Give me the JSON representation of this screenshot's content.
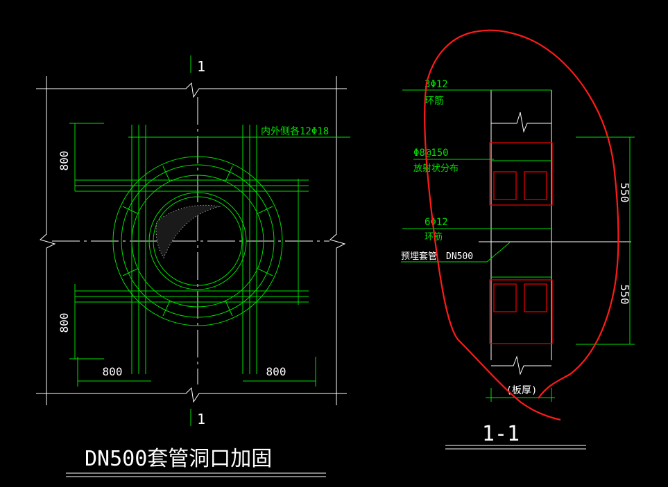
{
  "plan": {
    "section_mark_top": "1",
    "section_mark_bottom": "1",
    "rebar_note": "内外侧各12Φ18",
    "dim_left_top": "800",
    "dim_left_bottom": "800",
    "dim_bottom_left": "800",
    "dim_bottom_right": "800",
    "title": "DN500套管洞口加固"
  },
  "section": {
    "title": "1-1",
    "ring_top_count": "3Φ12",
    "ring_top_label": "环筋",
    "radial_spec": "Φ8@150",
    "radial_label": "放射状分布",
    "ring_bottom_count": "6Φ12",
    "ring_bottom_label": "环筋",
    "sleeve_label": "预埋套管",
    "sleeve_spec": "DN500",
    "dim_upper": "550",
    "dim_lower": "550",
    "slab_label": "(板厚)"
  },
  "colors": {
    "lines": "#00e000",
    "outline": "#ffffff",
    "rebar": "#e00000",
    "markup": "#ff1a1a",
    "background": "#000000"
  }
}
